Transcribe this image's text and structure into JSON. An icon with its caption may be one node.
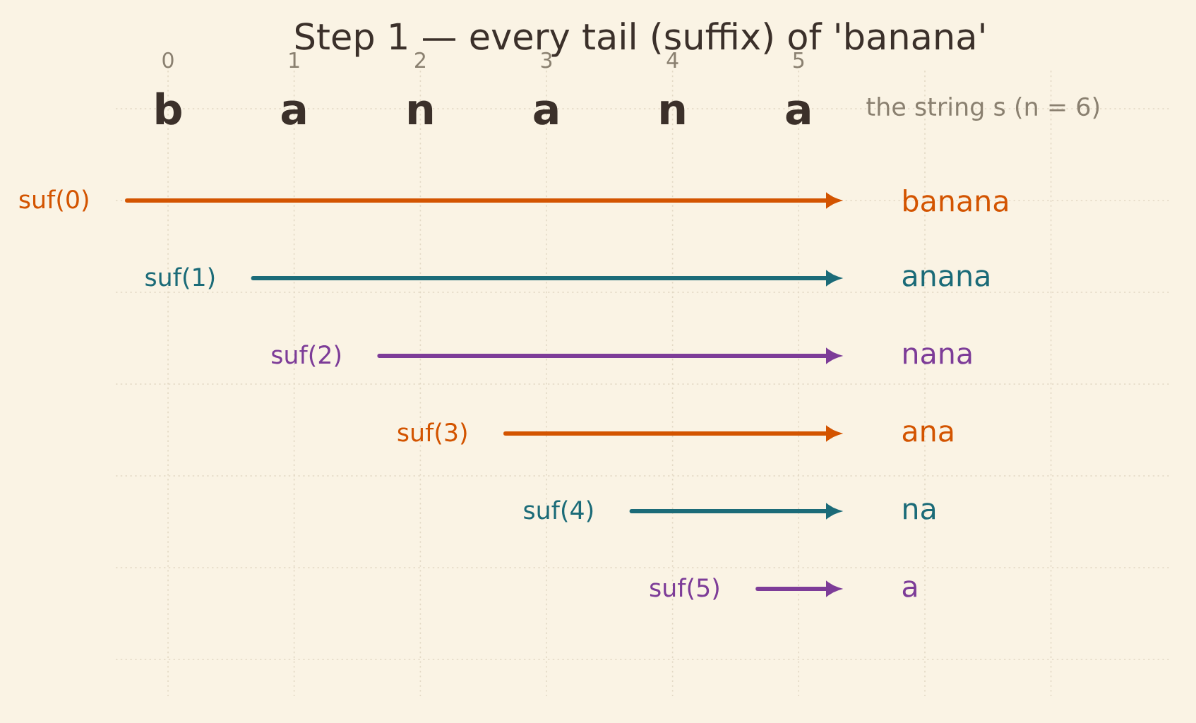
{
  "diagram": {
    "title": "Step 1 — every tail (suffix) of 'banana'",
    "nodes": [
      {
        "text": [
          "suf(0)"
        ]
      },
      {
        "text": [
          "banana"
        ]
      },
      {
        "text": [
          "suf(1)"
        ]
      },
      {
        "text": [
          "anana"
        ]
      },
      {
        "text": [
          "suf(2)"
        ]
      },
      {
        "text": [
          "nana"
        ]
      },
      {
        "text": [
          "suf(3)"
        ]
      },
      {
        "text": [
          "ana"
        ]
      },
      {
        "text": [
          "suf(4)"
        ]
      },
      {
        "text": [
          "na"
        ]
      },
      {
        "text": [
          "suf(5)"
        ]
      },
      {
        "text": [
          "a"
        ]
      }
    ],
    "edges": [
      {
        "from": 0,
        "to": 1,
        "arrow": "to",
        "color": "#d35400"
      },
      {
        "from": 2,
        "to": 3,
        "arrow": "to",
        "color": "#1b6b78"
      },
      {
        "from": 4,
        "to": 5,
        "arrow": "to",
        "color": "#7d3c98"
      },
      {
        "from": 6,
        "to": 7,
        "arrow": "to",
        "color": "#d35400"
      },
      {
        "from": 8,
        "to": 9,
        "arrow": "to",
        "color": "#1b6b78"
      },
      {
        "from": 10,
        "to": 11,
        "arrow": "to",
        "color": "#7d3c98"
      }
    ],
    "labels": [
      "0",
      "1",
      "2",
      "3",
      "4",
      "5",
      "b",
      "a",
      "n",
      "a",
      "n",
      "a",
      "the string s (n = 6)"
    ]
  }
}
